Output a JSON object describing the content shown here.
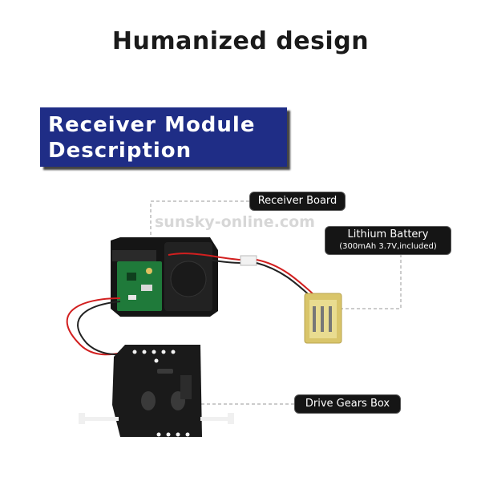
{
  "headline": "Humanized design",
  "banner": {
    "line1": "Receiver Module",
    "line2": "Description"
  },
  "watermark": "sunsky-online.com",
  "labels": {
    "receiver_board": "Receiver Board",
    "battery_title": "Lithium Battery",
    "battery_spec": "(300mAh 3.7V,included)",
    "drive_gears": "Drive Gears Box"
  },
  "colors": {
    "banner": "#1f2d86",
    "tag": "#151515",
    "pcb": "#1f7a3a"
  }
}
